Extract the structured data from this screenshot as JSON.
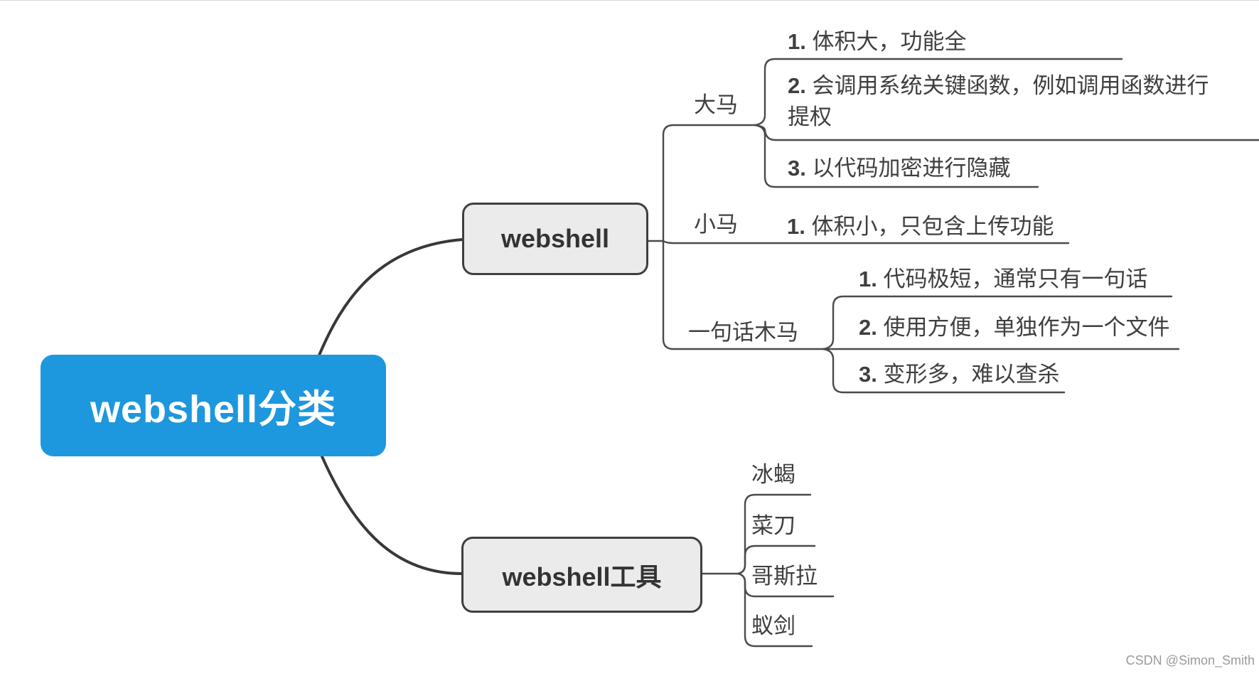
{
  "root": {
    "label": "webshell分类"
  },
  "branches": [
    {
      "label": "webshell",
      "children": [
        {
          "label": "大马",
          "items": [
            {
              "num": "1.",
              "text": "体积大，功能全"
            },
            {
              "num": "2.",
              "text": "会调用系统关键函数，例如调用函数进行提权"
            },
            {
              "num": "3.",
              "text": "以代码加密进行隐藏"
            }
          ]
        },
        {
          "label": "小马",
          "items": [
            {
              "num": "1.",
              "text": "体积小，只包含上传功能"
            }
          ]
        },
        {
          "label": "一句话木马",
          "items": [
            {
              "num": "1.",
              "text": "代码极短，通常只有一句话"
            },
            {
              "num": "2.",
              "text": "使用方便，单独作为一个文件"
            },
            {
              "num": "3.",
              "text": "变形多，难以查杀"
            }
          ]
        }
      ]
    },
    {
      "label": "webshell工具",
      "tools": [
        "冰蝎",
        "菜刀",
        "哥斯拉",
        "蚁剑"
      ]
    }
  ],
  "watermark": {
    "text": "CSDN @Simon_Smith"
  },
  "colors": {
    "root_bg": "#1d97de",
    "root_text": "#ffffff",
    "node_bg": "#ebebeb",
    "node_border": "#3f3f3f",
    "line": "#4a4a4a",
    "text": "#3f3f3f",
    "watermark": "#9b9b9b"
  }
}
